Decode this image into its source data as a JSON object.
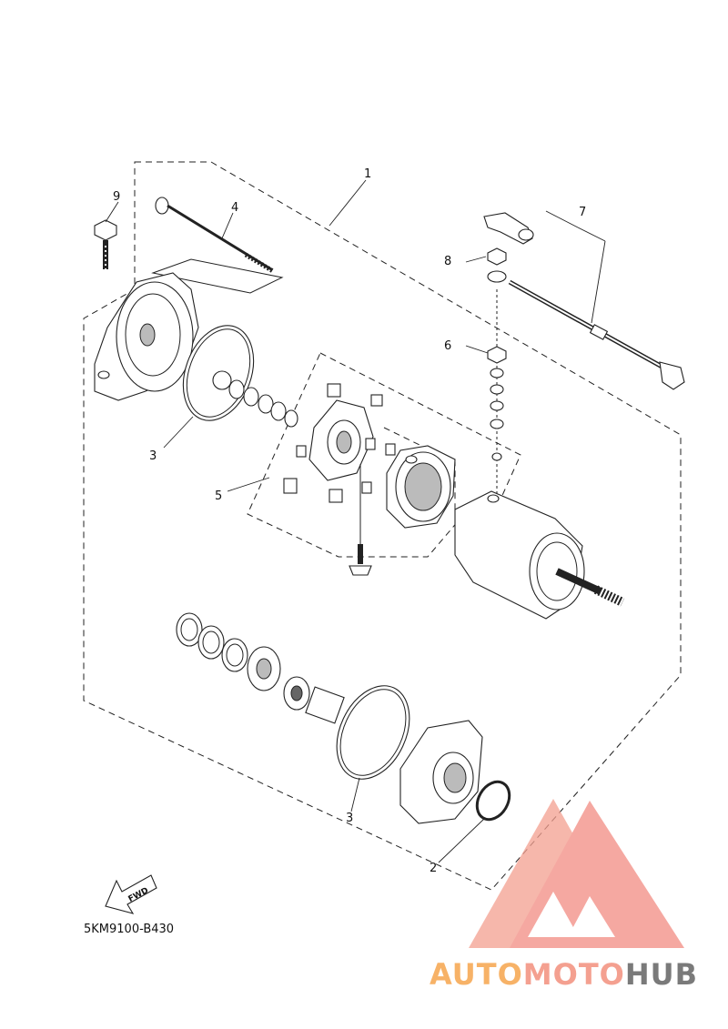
{
  "diagram": {
    "callouts": [
      {
        "id": "1",
        "label": "1"
      },
      {
        "id": "2",
        "label": "2"
      },
      {
        "id": "3a",
        "label": "3"
      },
      {
        "id": "3b",
        "label": "3"
      },
      {
        "id": "4",
        "label": "4"
      },
      {
        "id": "5",
        "label": "5"
      },
      {
        "id": "6",
        "label": "6"
      },
      {
        "id": "7",
        "label": "7"
      },
      {
        "id": "8",
        "label": "8"
      },
      {
        "id": "9",
        "label": "9"
      }
    ],
    "fwd_label": "FWD",
    "reference_code": "5KM9100-B430"
  },
  "watermark": {
    "brand_part1": "AUTO",
    "brand_part2": "MOTO",
    "brand_part3": "HUB",
    "colors": {
      "auto": "#f7b267",
      "moto": "#f4a090",
      "hub": "#7a7a7a",
      "logo": "#f28b82"
    }
  }
}
